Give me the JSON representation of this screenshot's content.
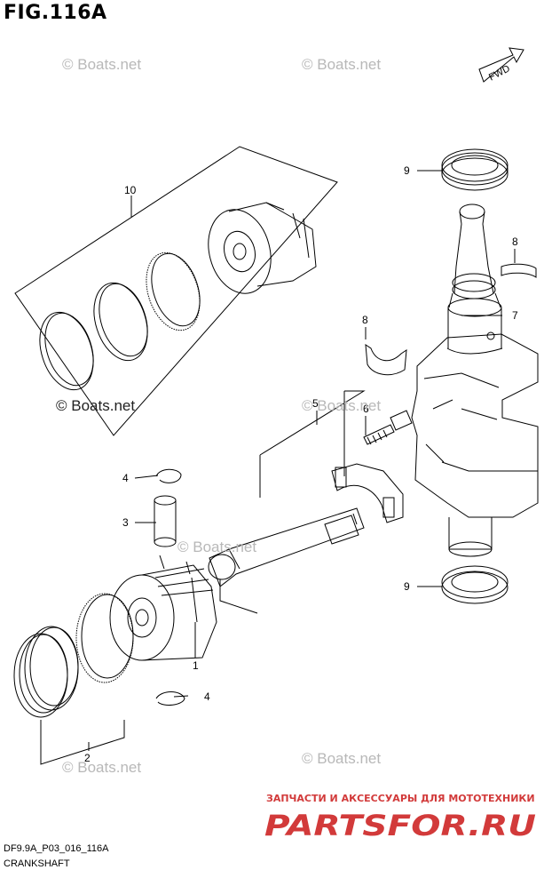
{
  "figure": {
    "title": "FIG.116A",
    "code": "DF9.9A_P03_016_116A",
    "caption": "CRANKSHAFT"
  },
  "direction_tag": "FWD",
  "callouts": [
    "1",
    "2",
    "3",
    "4",
    "4",
    "5",
    "6",
    "7",
    "8",
    "8",
    "9",
    "9",
    "10"
  ],
  "watermarks": [
    "© Boats.net",
    "© Boats.net",
    "© Boats.net",
    "© Boats.net",
    "© Boats.net",
    "© Boats.net",
    "© Boats.net"
  ],
  "brand": {
    "tagline": "ЗАПЧАСТИ И АКСЕССУАРЫ ДЛЯ МОТОТЕХНИКИ",
    "logo_text": "PARTSFOR.RU",
    "color": "#d23a3a"
  }
}
